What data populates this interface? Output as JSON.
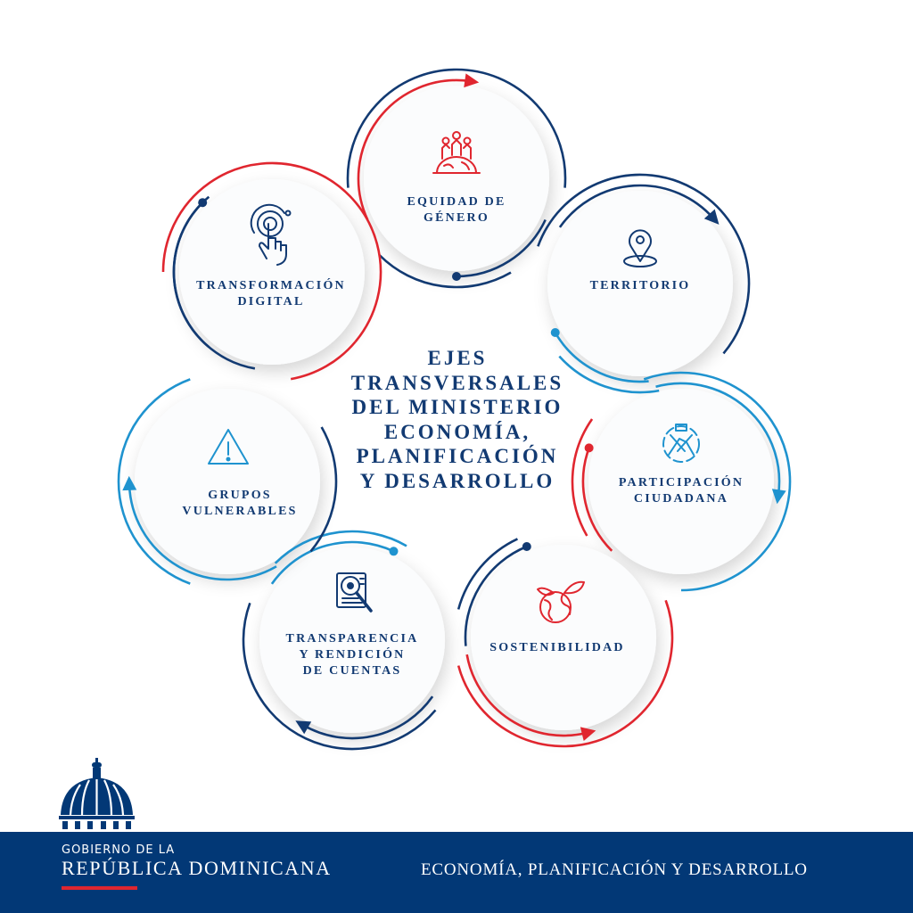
{
  "title_lines": [
    "EJES",
    "TRANSVERSALES",
    "DEL MINISTERIO",
    "ECONOMÍA,",
    "PLANIFICACIÓN",
    "Y DESARROLLO"
  ],
  "axes": [
    {
      "id": "equidad",
      "lines": [
        "EQUIDAD DE",
        "GÉNERO"
      ],
      "icon": "people-on-globe-icon",
      "color": "#e0262f"
    },
    {
      "id": "territorio",
      "lines": [
        "TERRITORIO"
      ],
      "icon": "location-pin-icon",
      "color": "#123a72"
    },
    {
      "id": "participacion",
      "lines": [
        "PARTICIPACIÓN",
        "CIUDADANA"
      ],
      "icon": "joined-hands-icon",
      "color": "#1f93cf"
    },
    {
      "id": "sostenibilidad",
      "lines": [
        "SOSTENIBILIDAD"
      ],
      "icon": "globe-leaves-icon",
      "color": "#e0262f"
    },
    {
      "id": "transparencia",
      "lines": [
        "TRANSPARENCIA",
        "Y RENDICIÓN",
        "DE CUENTAS"
      ],
      "icon": "magnifier-document-icon",
      "color": "#123a72"
    },
    {
      "id": "grupos",
      "lines": [
        "GRUPOS",
        "VULNERABLES"
      ],
      "icon": "warning-triangle-icon",
      "color": "#1f93cf"
    },
    {
      "id": "transformacion",
      "lines": [
        "TRANSFORMACIÓN",
        "DIGITAL"
      ],
      "icon": "touch-hand-icon",
      "color": "#123a72"
    }
  ],
  "footer": {
    "gov_small": "GOBIERNO DE LA",
    "gov_big": "REPÚBLICA DOMINICANA",
    "ministry": "ECONOMÍA, PLANIFICACIÓN Y DESARROLLO"
  },
  "colors": {
    "navy": "#123a72",
    "red": "#e0262f",
    "blue": "#1f93cf",
    "footer": "#023876"
  }
}
